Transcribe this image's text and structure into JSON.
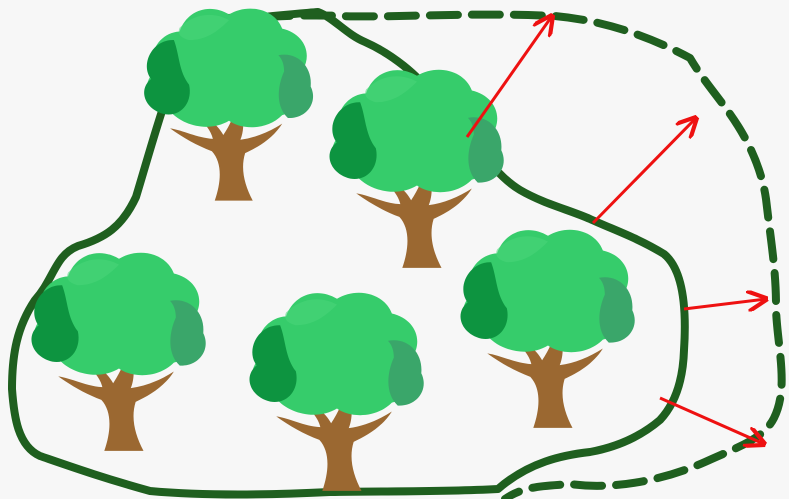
{
  "diagram": {
    "type": "area-expansion",
    "icons": {
      "tree": "tree-icon",
      "arrow": "expansion-arrow"
    },
    "colors": {
      "background": "#f7f7f7",
      "boundary": "#1f5f1f",
      "expanded_boundary": "#1f5f1f",
      "arrow": "#ee1111",
      "trunk": "#9b6831",
      "leaf_dark": "#0d9440",
      "leaf_main": "#36cc6b",
      "leaf_shadow": "#3aa66a"
    },
    "tree_count": 5,
    "arrow_count": 4
  }
}
